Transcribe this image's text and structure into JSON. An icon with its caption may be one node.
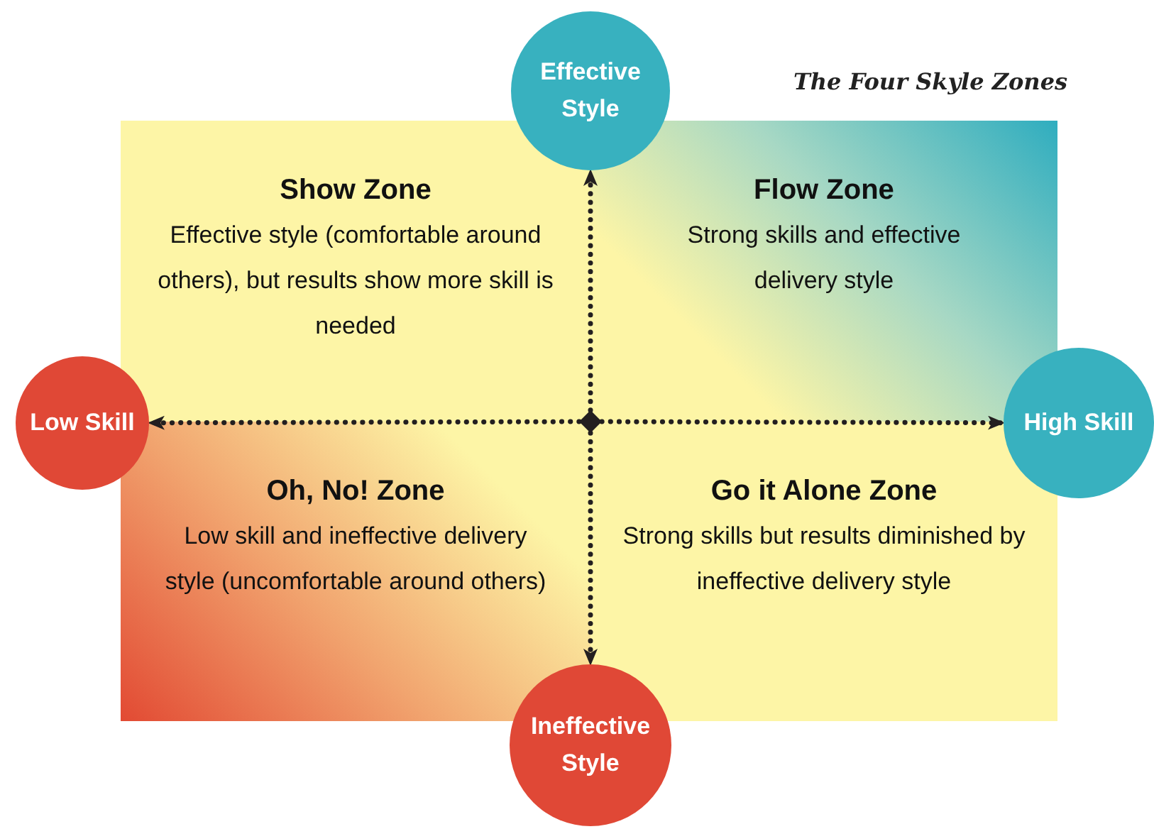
{
  "diagram": {
    "title": "The Four Skyle Zones",
    "nodes": [
      {
        "text": [
          "Effective Style"
        ]
      },
      {
        "text": [
          "Show Zone",
          "Effective style (comfortable around others), but results show more skill is needed"
        ]
      },
      {
        "text": [
          "Flow Zone",
          "Strong skills and effective delivery style"
        ]
      },
      {
        "text": [
          "Low Skill"
        ]
      },
      {
        "text": [],
        "shape": "diamond"
      },
      {
        "text": [
          "High Skill"
        ]
      },
      {
        "text": [
          "Oh, No! Zone",
          "Low skill and ineffective delivery style (uncomfortable around others)"
        ]
      },
      {
        "text": [
          "Go it Alone Zone",
          "Strong skills but results diminished by ineffective delivery style"
        ]
      },
      {
        "text": [
          "Ineffective Style"
        ]
      }
    ],
    "edges": [
      {
        "from": 4,
        "to": 0,
        "arrow": "to",
        "style": "dashed"
      },
      {
        "from": 4,
        "to": 3,
        "arrow": "to",
        "style": "dashed"
      },
      {
        "from": 4,
        "to": 5,
        "arrow": "to",
        "style": "dashed"
      },
      {
        "from": 4,
        "to": 8,
        "arrow": "to",
        "style": "dashed"
      }
    ]
  }
}
